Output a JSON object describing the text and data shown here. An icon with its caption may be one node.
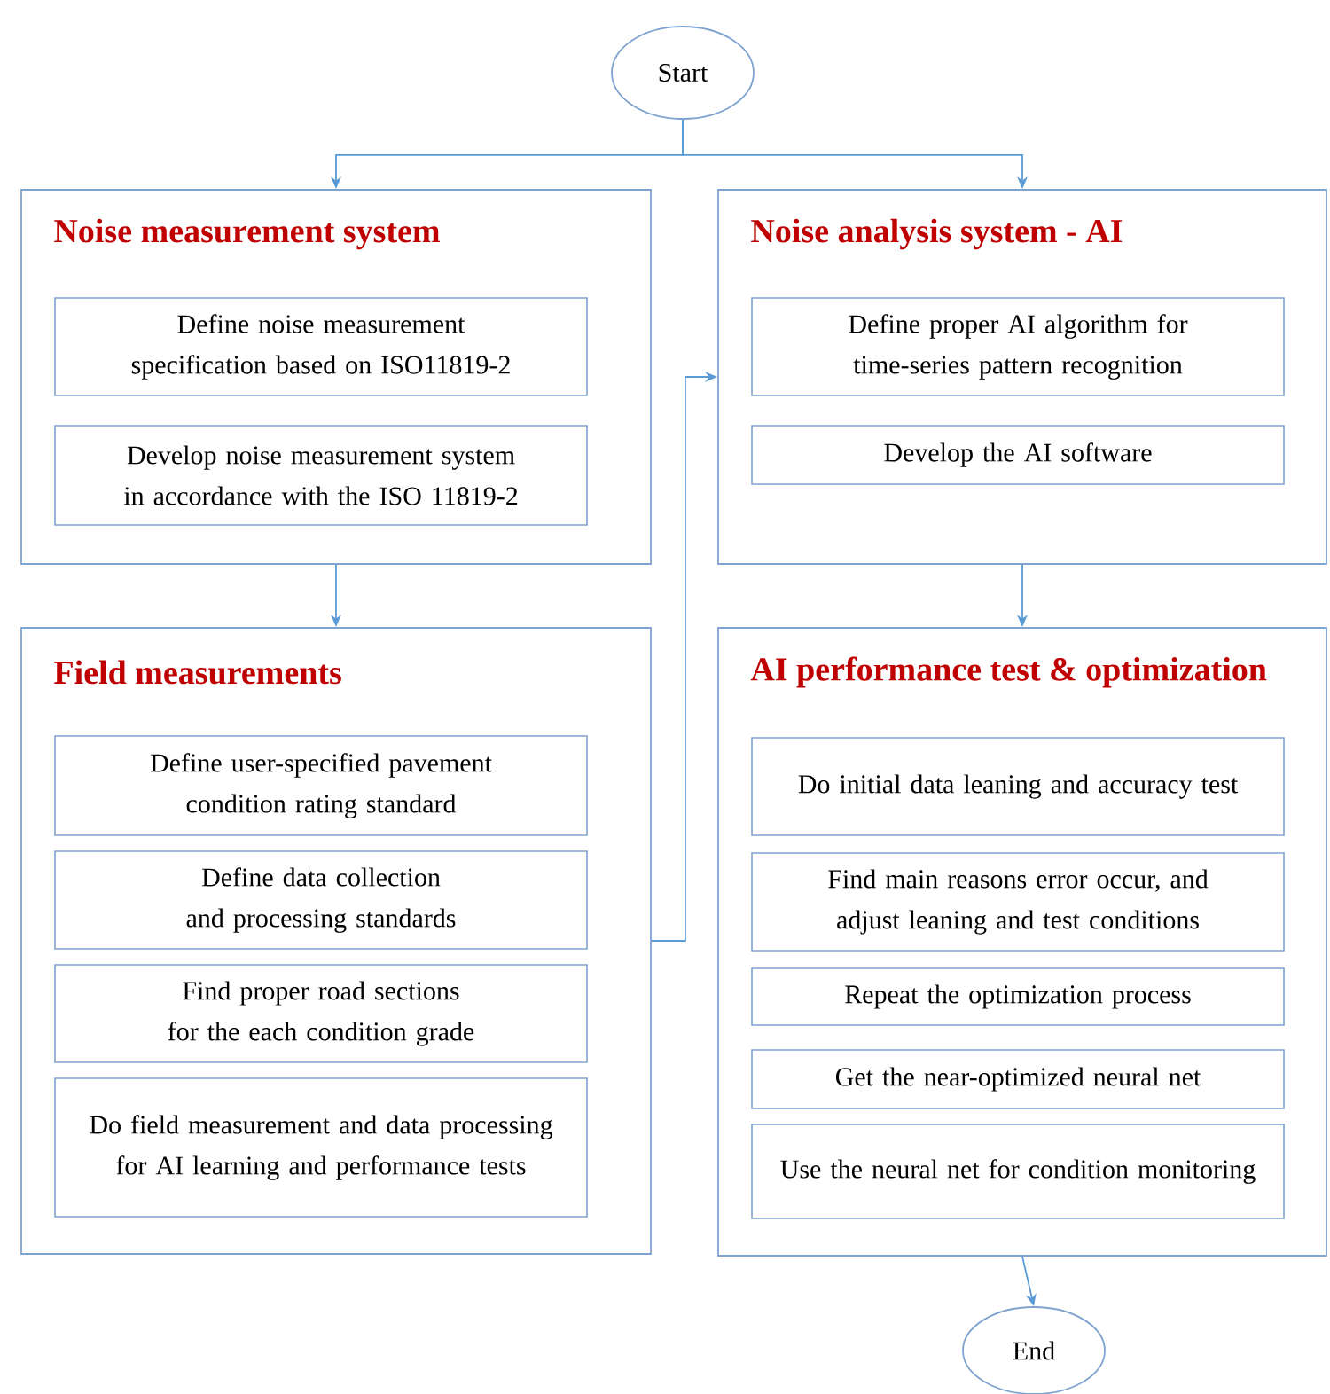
{
  "diagram": {
    "nodes": [
      {
        "text": [
          "Start"
        ]
      },
      {
        "text": [
          "Noise measurement system"
        ]
      },
      {
        "text": [
          "Define noise measurement specification based on ISO11819-2"
        ],
        "in": 1
      },
      {
        "text": [
          "Develop noise measurement system in accordance with the ISO 11819-2"
        ],
        "in": 1
      },
      {
        "text": [
          "Noise analysis system - AI"
        ]
      },
      {
        "text": [
          "Define proper AI algorithm for time-series pattern recognition"
        ],
        "in": 4
      },
      {
        "text": [
          "Develop the AI software"
        ],
        "in": 4
      },
      {
        "text": [
          "Field measurements"
        ]
      },
      {
        "text": [
          "Define user-specified pavement condition rating standard"
        ],
        "in": 7
      },
      {
        "text": [
          "Define data collection and processing standards"
        ],
        "in": 7
      },
      {
        "text": [
          "Find proper road sections for the each condition grade"
        ],
        "in": 7
      },
      {
        "text": [
          "Do field measurement and data processing for AI learning and performance tests"
        ],
        "in": 7
      },
      {
        "text": [
          "AI performance test & optimization"
        ]
      },
      {
        "text": [
          "Do initial data leaning and accuracy test"
        ],
        "in": 12
      },
      {
        "text": [
          "Find main reasons error occur, and adjust leaning and test conditions"
        ],
        "in": 12
      },
      {
        "text": [
          "Repeat the optimization process"
        ],
        "in": 12
      },
      {
        "text": [
          "Get the near-optimized neural net"
        ],
        "in": 12
      },
      {
        "text": [
          "Use the neural net for condition monitoring"
        ],
        "in": 12
      },
      {
        "text": [
          "End"
        ]
      }
    ],
    "edges": [
      {
        "from": 0,
        "to": 1,
        "arrow": "to"
      },
      {
        "from": 0,
        "to": 4,
        "arrow": "to"
      },
      {
        "from": 1,
        "to": 7,
        "arrow": "to"
      },
      {
        "from": 7,
        "to": 4,
        "arrow": "to"
      },
      {
        "from": 4,
        "to": 12,
        "arrow": "to"
      },
      {
        "from": 12,
        "to": 18,
        "arrow": "to"
      }
    ]
  }
}
